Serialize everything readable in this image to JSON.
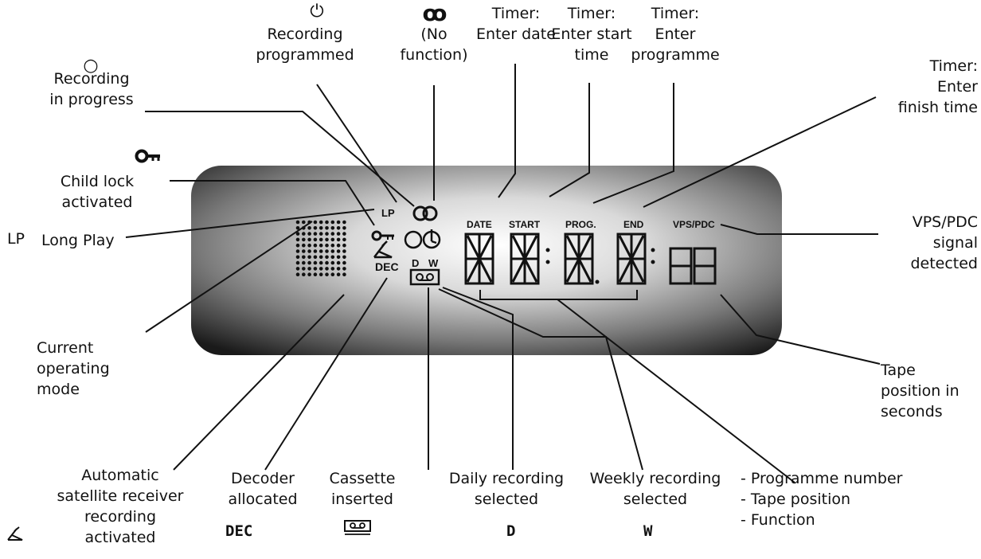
{
  "symbols": {
    "recording_in_progress": "○",
    "recording_programmed": "⏻",
    "no_function": "ꝏ",
    "child_lock": "key-icon",
    "lp": "LP",
    "satellite": "satellite-dish-icon",
    "dec": "DEC",
    "cassette": "cassette-icon",
    "daily": "D",
    "weekly": "W"
  },
  "display": {
    "lp_tag": "LP",
    "dec_tag": "DEC",
    "d_tag": "D",
    "w_tag": "W",
    "date_tag": "DATE",
    "start_tag": "START",
    "prog_tag": "PROG.",
    "end_tag": "END",
    "vps_tag": "VPS/PDC"
  },
  "labels": {
    "recording_programmed": "Recording\nprogrammed",
    "no_function": "(No\nfunction)",
    "timer_date": "Timer:\nEnter date",
    "timer_start": "Timer:\nEnter start\ntime",
    "timer_programme": "Timer:\nEnter\nprogramme",
    "timer_finish": "Timer:\nEnter\nfinish time",
    "recording_in_progress": "Recording\nin progress",
    "child_lock": "Child lock\nactivated",
    "long_play": "Long Play",
    "vps_pdc": "VPS/PDC\nsignal\ndetected",
    "current_mode": "Current\noperating\nmode",
    "tape_seconds": "Tape\nposition in\nseconds",
    "auto_satellite": "Automatic\nsatellite receiver\nrecording\nactivated",
    "decoder": "Decoder\nallocated",
    "cassette": "Cassette\ninserted",
    "daily": "Daily recording\nselected",
    "weekly": "Weekly recording\nselected",
    "programme_info": "- Programme number\n- Tape position\n- Function"
  },
  "colors": {
    "panel_light": "#ffffff",
    "panel_dark": "#1a1a1a",
    "ink": "#111111"
  }
}
